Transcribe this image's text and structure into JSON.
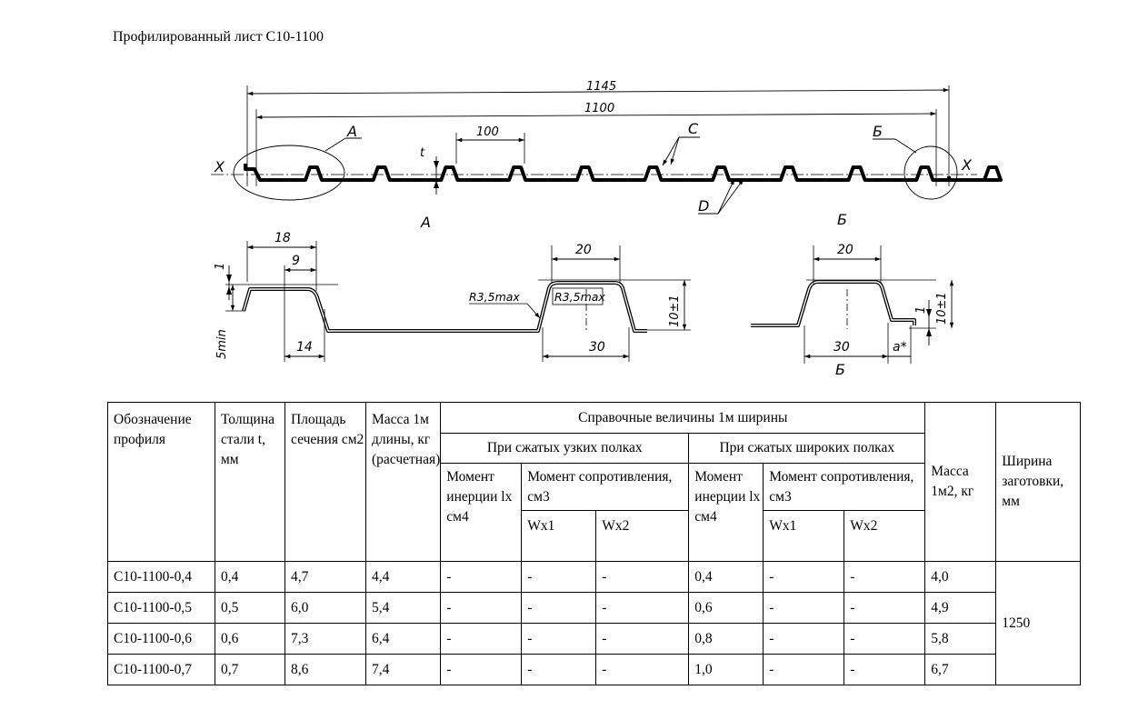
{
  "title": "Профилированный лист С10-1100",
  "drawing": {
    "dim_1145": "1145",
    "dim_1100": "1100",
    "dim_100": "100",
    "label_A": "А",
    "label_B": "Б",
    "label_C": "С",
    "label_D": "D",
    "label_t": "t",
    "label_X": "X",
    "detailA": {
      "dim_18": "18",
      "dim_9": "9",
      "dim_1": "1",
      "dim_5min": "5min",
      "dim_14": "14",
      "radius_1": "R3,5max",
      "radius_2": "R3,5max",
      "dim_20": "20",
      "dim_30": "30",
      "dim_10": "10±1"
    },
    "detailB": {
      "dim_20": "20",
      "dim_30": "30",
      "dim_1": "1",
      "dim_10": "10±1",
      "dim_a": "a*",
      "label": "Б"
    }
  },
  "table": {
    "header": {
      "designation": "Обозначение профиля",
      "thickness": "Толщина стали t, мм",
      "area": "Площадь сечения см2",
      "mass_per_m": "Масса 1м длины, кг (расчетная)",
      "reference": "Справочные величины 1м ширины",
      "narrow": "При сжатых узких полках",
      "wide": "При сжатых широких полках",
      "inertia_narrow": "Момент инерции lx см4",
      "resistance_narrow": "Момент сопротивления, см3",
      "wx1_narrow": "Wx1",
      "wx2_narrow": "Wx2",
      "inertia_wide": "Момент инерции lx см4",
      "resistance_wide": "Момент сопротивления, см3",
      "wx1_wide": "Wx1",
      "wx2_wide": "Wx2",
      "mass_m2": "Масса 1м2, кг",
      "blank_width": "Ширина заготовки, мм"
    },
    "rows": [
      [
        "С10-1100-0,4",
        "0,4",
        "4,7",
        "4,4",
        "-",
        "-",
        "-",
        "0,4",
        "-",
        "-",
        "4,0"
      ],
      [
        "С10-1100-0,5",
        "0,5",
        "6,0",
        "5,4",
        "-",
        "-",
        "-",
        "0,6",
        "-",
        "-",
        "4,9"
      ],
      [
        "С10-1100-0,6",
        "0,6",
        "7,3",
        "6,4",
        "-",
        "-",
        "-",
        "0,8",
        "-",
        "-",
        "5,8"
      ],
      [
        "С10-1100-0,7",
        "0,7",
        "8,6",
        "7,4",
        "-",
        "-",
        "-",
        "1,0",
        "-",
        "-",
        "6,7"
      ]
    ],
    "blank_width_value": "1250"
  }
}
